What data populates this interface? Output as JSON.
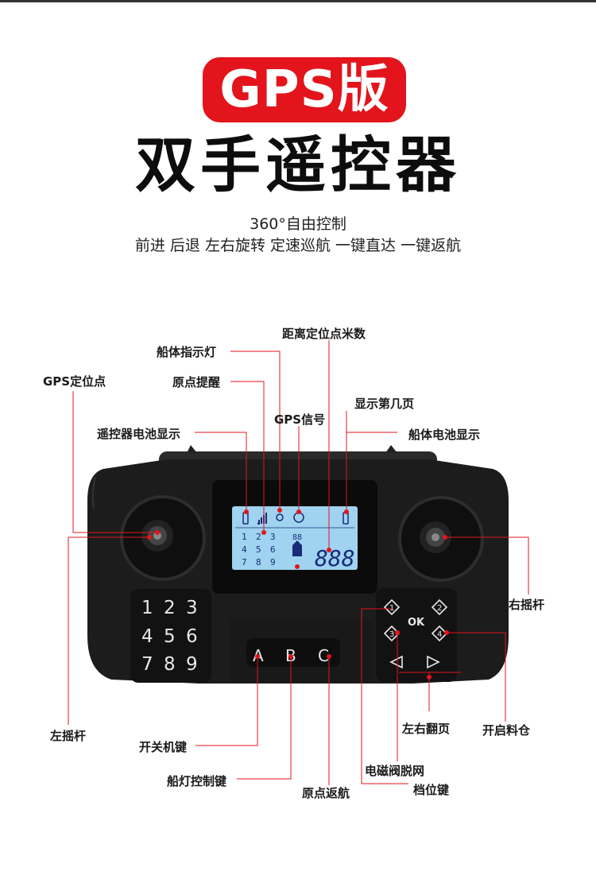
{
  "header": {
    "badge": "GPS版",
    "title": "双手遥控器",
    "subtitle1": "360°自由控制",
    "subtitle2": "前进 后退 左右旋转 定速巡航 一键直达 一键返航"
  },
  "callouts": {
    "distance": "距离定位点米数",
    "boat_light": "船体指示灯",
    "gps_point": "GPS定位点",
    "origin_remind": "原点提醒",
    "page_shown": "显示第几页",
    "gps_signal": "GPS信号",
    "remote_battery": "遥控器电池显示",
    "boat_battery": "船体电池显示",
    "right_stick": "右摇杆",
    "left_stick": "左摇杆",
    "page_turn": "左右翻页",
    "open_bin": "开启料仓",
    "power_key": "开关机键",
    "solenoid": "电磁阀脱网",
    "light_key": "船灯控制键",
    "gear_key": "档位键",
    "return_origin": "原点返航"
  },
  "remote": {
    "keypad": [
      "1",
      "2",
      "3",
      "4",
      "5",
      "6",
      "7",
      "8",
      "9"
    ],
    "abc": [
      "A",
      "B",
      "C"
    ],
    "ok_label": "OK",
    "gear_keys": [
      "1",
      "2",
      "3",
      "4"
    ],
    "lcd_digits": "888",
    "lcd_small": "88",
    "lcd_pages": [
      "1",
      "2",
      "3",
      "4",
      "5",
      "6",
      "7",
      "8",
      "9"
    ]
  },
  "colors": {
    "accent_red": "#e3141b",
    "body": "#1c1c1c",
    "lcd": "#9fd3f0"
  }
}
